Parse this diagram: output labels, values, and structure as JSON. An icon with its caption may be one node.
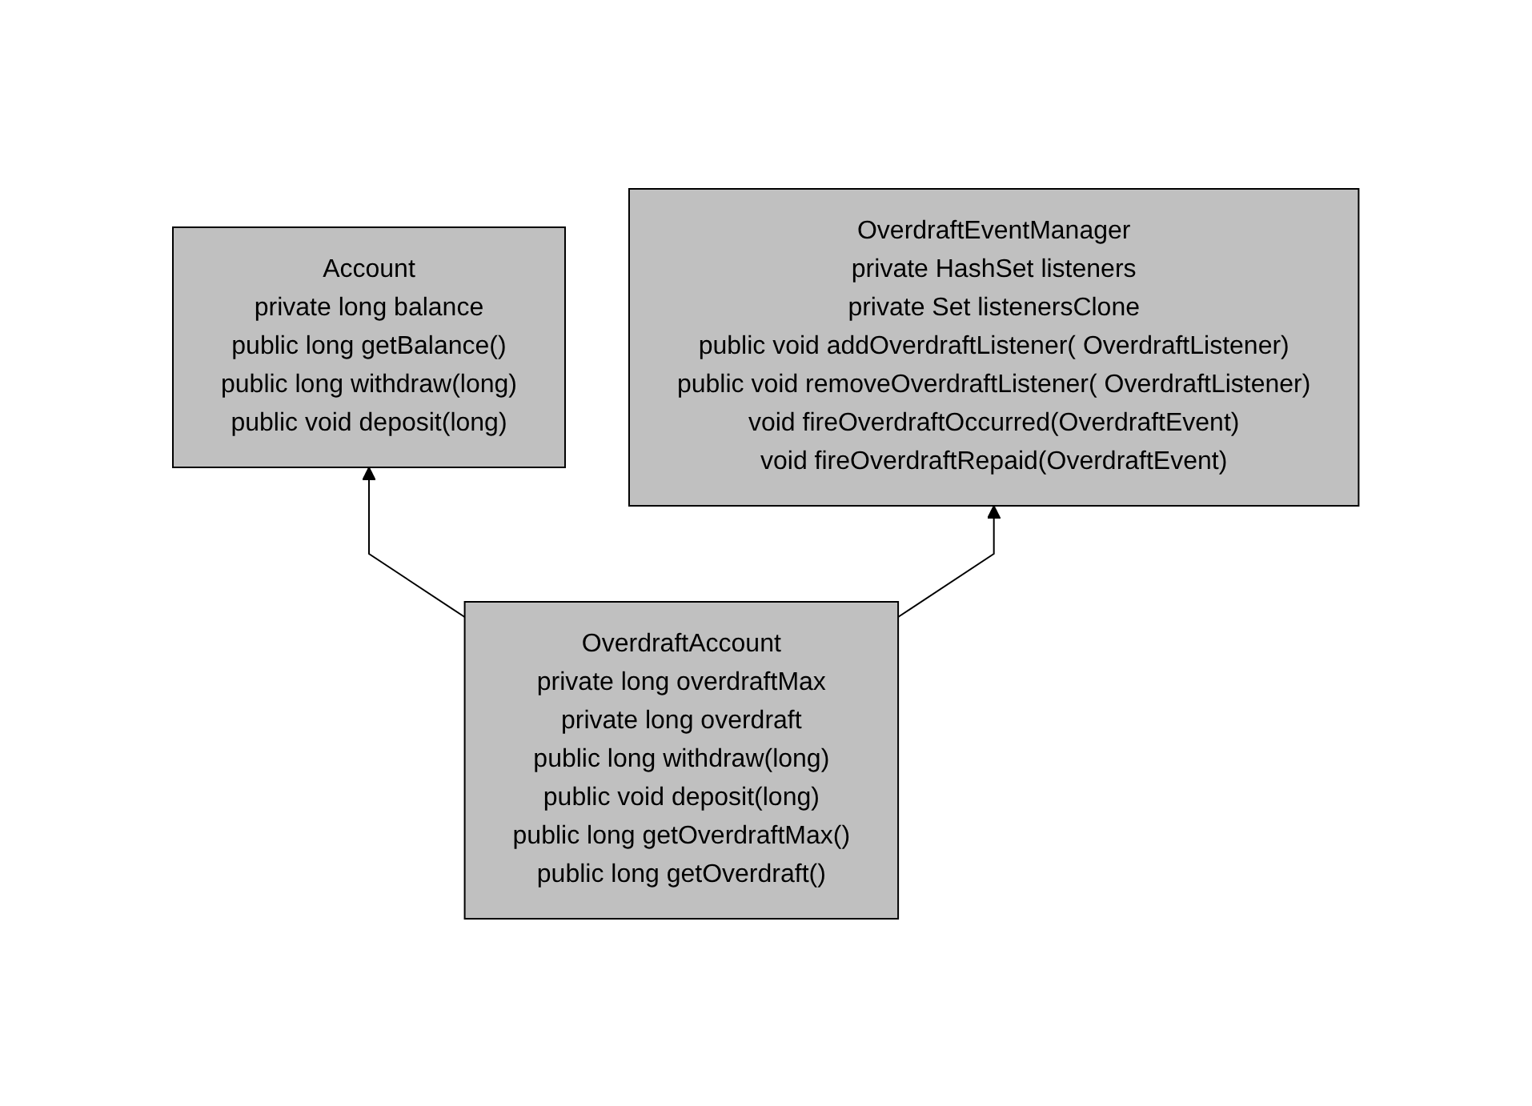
{
  "diagram": {
    "nodes": [
      {
        "text": [
          "Account",
          "private long balance",
          "public long getBalance()",
          "public long withdraw(long)",
          "public void deposit(long)"
        ]
      },
      {
        "text": [
          "OverdraftEventManager",
          "private HashSet listeners",
          "private Set listenersClone",
          "public void addOverdraftListener( OverdraftListener)",
          "public void removeOverdraftListener( OverdraftListener)",
          "void fireOverdraftOccurred(OverdraftEvent)",
          "void fireOverdraftRepaid(OverdraftEvent)"
        ]
      },
      {
        "text": [
          "OverdraftAccount",
          "private long overdraftMax",
          "private long overdraft",
          "public long withdraw(long)",
          "public void deposit(long)",
          "public long getOverdraftMax()",
          "public long getOverdraft()"
        ]
      }
    ],
    "edges": [
      {
        "from": 2,
        "to": 0,
        "arrow": "to"
      },
      {
        "from": 2,
        "to": 1,
        "arrow": "to"
      }
    ]
  }
}
